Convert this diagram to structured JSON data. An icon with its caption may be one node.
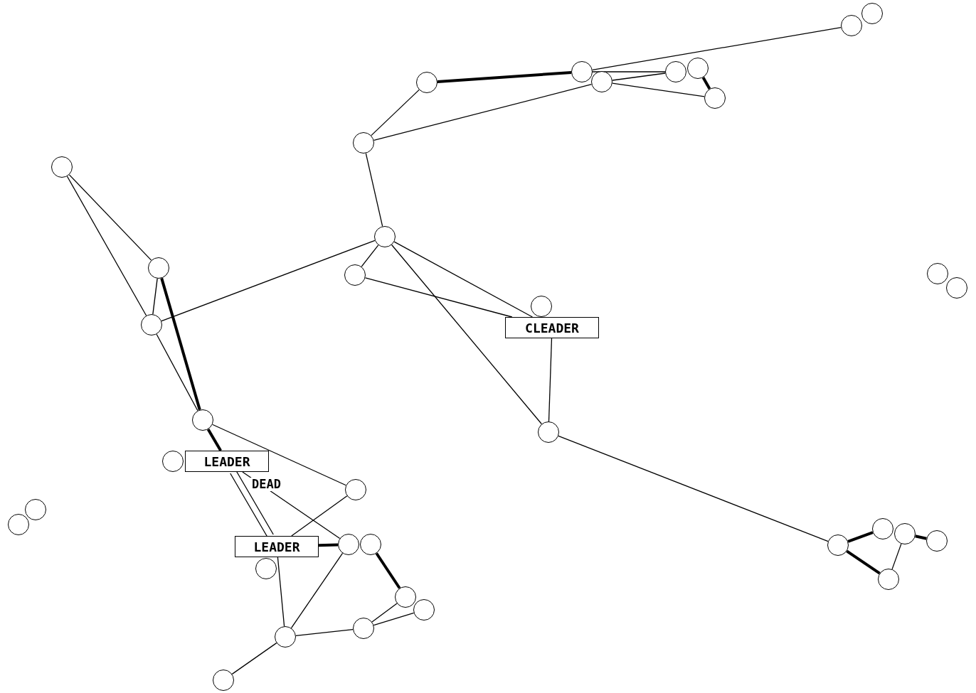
{
  "diagram": {
    "nodes": [
      {
        "text": [],
        "shape": "circle"
      },
      {
        "text": [],
        "shape": "circle"
      },
      {
        "text": [],
        "shape": "circle"
      },
      {
        "text": [],
        "shape": "circle"
      },
      {
        "text": [],
        "shape": "circle"
      },
      {
        "text": [],
        "shape": "circle"
      },
      {
        "text": [],
        "shape": "circle"
      },
      {
        "text": [],
        "shape": "circle"
      },
      {
        "text": [],
        "shape": "circle"
      },
      {
        "text": [],
        "shape": "circle"
      },
      {
        "text": [],
        "shape": "circle"
      },
      {
        "text": [],
        "shape": "circle"
      },
      {
        "text": [],
        "shape": "circle"
      },
      {
        "text": [],
        "shape": "circle"
      },
      {
        "text": [],
        "shape": "circle"
      },
      {
        "text": [],
        "shape": "circle"
      },
      {
        "text": [
          "CLEADER"
        ]
      },
      {
        "text": [],
        "shape": "circle"
      },
      {
        "text": [],
        "shape": "circle"
      },
      {
        "text": [],
        "shape": "circle"
      },
      {
        "text": [],
        "shape": "circle"
      },
      {
        "text": [
          "LEADER"
        ]
      },
      {
        "text": [],
        "shape": "circle"
      },
      {
        "text": [],
        "shape": "circle"
      },
      {
        "text": [],
        "shape": "circle"
      },
      {
        "text": [],
        "shape": "circle"
      },
      {
        "text": [],
        "shape": "circle"
      },
      {
        "text": [],
        "shape": "circle"
      },
      {
        "text": [],
        "shape": "circle"
      },
      {
        "text": [],
        "shape": "circle"
      },
      {
        "text": [],
        "shape": "circle"
      },
      {
        "text": [
          "LEADER"
        ]
      },
      {
        "text": [],
        "shape": "circle"
      },
      {
        "text": [],
        "shape": "circle"
      },
      {
        "text": [],
        "shape": "circle"
      },
      {
        "text": [],
        "shape": "circle"
      },
      {
        "text": [],
        "shape": "circle"
      },
      {
        "text": [],
        "shape": "circle"
      },
      {
        "text": [],
        "shape": "circle"
      }
    ],
    "edges": [
      {
        "from": 6,
        "to": 4,
        "arrow": "none",
        "style": "thick"
      },
      {
        "from": 6,
        "to": 8,
        "arrow": "none"
      },
      {
        "from": 8,
        "to": 5,
        "arrow": "none"
      },
      {
        "from": 4,
        "to": 1,
        "arrow": "none"
      },
      {
        "from": 4,
        "to": 3,
        "arrow": "none"
      },
      {
        "from": 5,
        "to": 3,
        "arrow": "none"
      },
      {
        "from": 5,
        "to": 7,
        "arrow": "none"
      },
      {
        "from": 2,
        "to": 7,
        "arrow": "none",
        "style": "thick"
      },
      {
        "from": 8,
        "to": 10,
        "arrow": "none"
      },
      {
        "from": 10,
        "to": 17,
        "arrow": "none"
      },
      {
        "from": 10,
        "to": 12,
        "arrow": "none"
      },
      {
        "from": 10,
        "to": 16,
        "arrow": "none"
      },
      {
        "from": 12,
        "to": 16,
        "arrow": "none"
      },
      {
        "from": 10,
        "to": 19,
        "arrow": "none"
      },
      {
        "from": 16,
        "to": 19,
        "arrow": "none"
      },
      {
        "from": 9,
        "to": 11,
        "arrow": "none"
      },
      {
        "from": 9,
        "to": 17,
        "arrow": "none"
      },
      {
        "from": 11,
        "to": 17,
        "arrow": "none"
      },
      {
        "from": 11,
        "to": 18,
        "arrow": "none",
        "style": "thick"
      },
      {
        "from": 17,
        "to": 18,
        "arrow": "none"
      },
      {
        "from": 18,
        "to": 21,
        "arrow": "none",
        "style": "thick"
      },
      {
        "from": 18,
        "to": 22,
        "arrow": "none"
      },
      {
        "from": 21,
        "to": 31,
        "arrow": "none"
      },
      {
        "from": 21,
        "to": 31,
        "arrow": "none"
      },
      {
        "from": 21,
        "to": 28,
        "arrow": "none"
      },
      {
        "from": 22,
        "to": 31,
        "arrow": "none"
      },
      {
        "from": 31,
        "to": 28,
        "arrow": "none",
        "style": "thick"
      },
      {
        "from": 31,
        "to": 37,
        "arrow": "none"
      },
      {
        "from": 28,
        "to": 37,
        "arrow": "none"
      },
      {
        "from": 29,
        "to": 33,
        "arrow": "none",
        "style": "thick"
      },
      {
        "from": 37,
        "to": 36,
        "arrow": "none"
      },
      {
        "from": 36,
        "to": 33,
        "arrow": "none"
      },
      {
        "from": 36,
        "to": 34,
        "arrow": "none"
      },
      {
        "from": 37,
        "to": 38,
        "arrow": "none"
      },
      {
        "from": 19,
        "to": 30,
        "arrow": "none"
      },
      {
        "from": 30,
        "to": 25,
        "arrow": "none",
        "style": "thick"
      },
      {
        "from": 30,
        "to": 35,
        "arrow": "none",
        "style": "thick"
      },
      {
        "from": 26,
        "to": 27,
        "arrow": "none",
        "style": "thick"
      },
      {
        "from": 35,
        "to": 26,
        "arrow": "none"
      }
    ],
    "labels": [
      "DEAD"
    ]
  }
}
